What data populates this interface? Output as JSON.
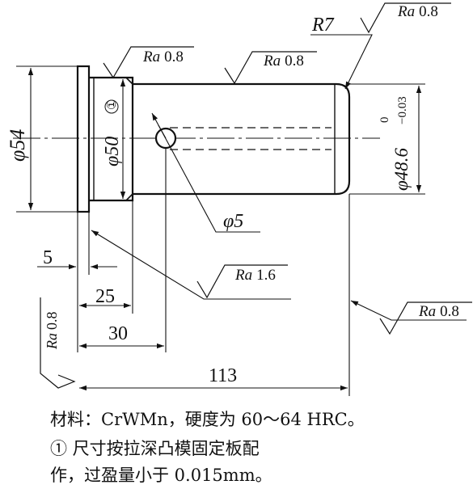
{
  "roughness": {
    "top_right": {
      "symbol": "Ra",
      "value": "0.8"
    },
    "shoulder": {
      "symbol": "Ra",
      "value": "0.8"
    },
    "shank_top": {
      "symbol": "Ra",
      "value": "0.8"
    },
    "face": {
      "symbol": "Ra",
      "value": "1.6"
    },
    "end_face": {
      "symbol": "Ra",
      "value": "0.8"
    },
    "left_vertical": {
      "symbol": "Ra",
      "value": "0.8"
    }
  },
  "dimensions": {
    "radius": "R7",
    "head_dia": "φ54",
    "shoulder_dia": "φ50",
    "circle_marker": "①",
    "shank_dia": "φ48.6",
    "shank_tol_upper": "0",
    "shank_tol_lower": "−0.03",
    "hole_dia": "φ5",
    "len_5": "5",
    "len_25": "25",
    "len_30": "30",
    "len_113": "113"
  },
  "notes": {
    "line1": "材料：CrWMn，硬度为 60～64 HRC。",
    "line2": "① 尺寸按拉深凸模固定板配",
    "line3": "作，过盈量小于 0.015mm。"
  }
}
